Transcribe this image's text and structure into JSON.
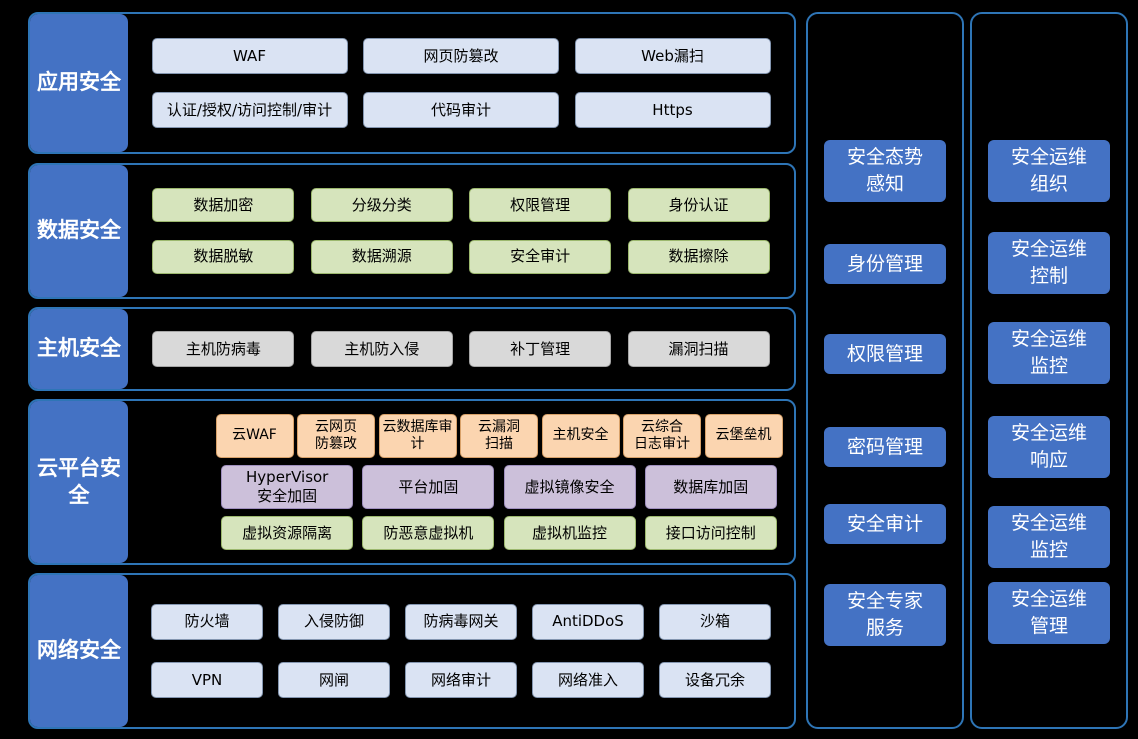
{
  "colors": {
    "canvas_bg": "#000000",
    "panel_border": "#2e75b6",
    "layer_label_bg": "#4472c4",
    "layer_label_text": "#ffffff",
    "pillar_chip_bg": "#4472c4",
    "pillar_chip_text": "#ffffff",
    "chip_text": "#000000",
    "chip_bluegray": "#dae3f3",
    "chip_bluegray_border": "#8496b0",
    "chip_green": "#d6e4bc",
    "chip_green_border": "#9cb86e",
    "chip_gray": "#d9d9d9",
    "chip_gray_border": "#a6a6a6",
    "chip_orange": "#fbd5b0",
    "chip_orange_border": "#d8a169",
    "chip_purple": "#ccc0da",
    "chip_purple_border": "#9f8fbe"
  },
  "rows": [
    {
      "id": "app-security",
      "label": "应用安全",
      "chip_rows": [
        {
          "color": "bluegray",
          "chips": [
            "WAF",
            "网页防篡改",
            "Web漏扫"
          ]
        },
        {
          "color": "bluegray",
          "chips": [
            "认证/授权/访问控制/审计",
            "代码审计",
            "Https"
          ]
        }
      ]
    },
    {
      "id": "data-security",
      "label": "数据安全",
      "chip_rows": [
        {
          "color": "green",
          "chips": [
            "数据加密",
            "分级分类",
            "权限管理",
            "身份认证"
          ]
        },
        {
          "color": "green",
          "chips": [
            "数据脱敏",
            "数据溯源",
            "安全审计",
            "数据擦除"
          ]
        }
      ]
    },
    {
      "id": "host-security",
      "label": "主机安全",
      "chip_rows": [
        {
          "color": "gray",
          "chips": [
            "主机防病毒",
            "主机防入侵",
            "补丁管理",
            "漏洞扫描"
          ]
        }
      ]
    },
    {
      "id": "cloud-platform-security",
      "label": "云平台安全",
      "chip_rows": [
        {
          "color": "orange",
          "chips": [
            "云WAF",
            "云网页\n防篡改",
            "云数据库审\n计",
            "云漏洞\n扫描",
            "主机安全",
            "云综合\n日志审计",
            "云堡垒机"
          ]
        },
        {
          "color": "purple",
          "chips": [
            "HyperVisor\n安全加固",
            "平台加固",
            "虚拟镜像安全",
            "数据库加固"
          ]
        },
        {
          "color": "green",
          "chips": [
            "虚拟资源隔离",
            "防恶意虚拟机",
            "虚拟机监控",
            "接口访问控制"
          ]
        }
      ]
    },
    {
      "id": "network-security",
      "label": "网络安全",
      "chip_rows": [
        {
          "color": "bluegray",
          "chips": [
            "防火墙",
            "入侵防御",
            "防病毒网关",
            "AntiDDoS",
            "沙箱"
          ]
        },
        {
          "color": "bluegray",
          "chips": [
            "VPN",
            "网闸",
            "网络审计",
            "网络准入",
            "设备冗余"
          ]
        }
      ]
    }
  ],
  "right_columns": [
    {
      "id": "security-management",
      "items": [
        "安全态势\n感知",
        "身份管理",
        "权限管理",
        "密码管理",
        "安全审计",
        "安全专家\n服务"
      ]
    },
    {
      "id": "security-operations",
      "items": [
        "安全运维\n组织",
        "安全运维\n控制",
        "安全运维\n监控",
        "安全运维\n响应",
        "安全运维\n监控",
        "安全运维\n管理"
      ]
    }
  ]
}
